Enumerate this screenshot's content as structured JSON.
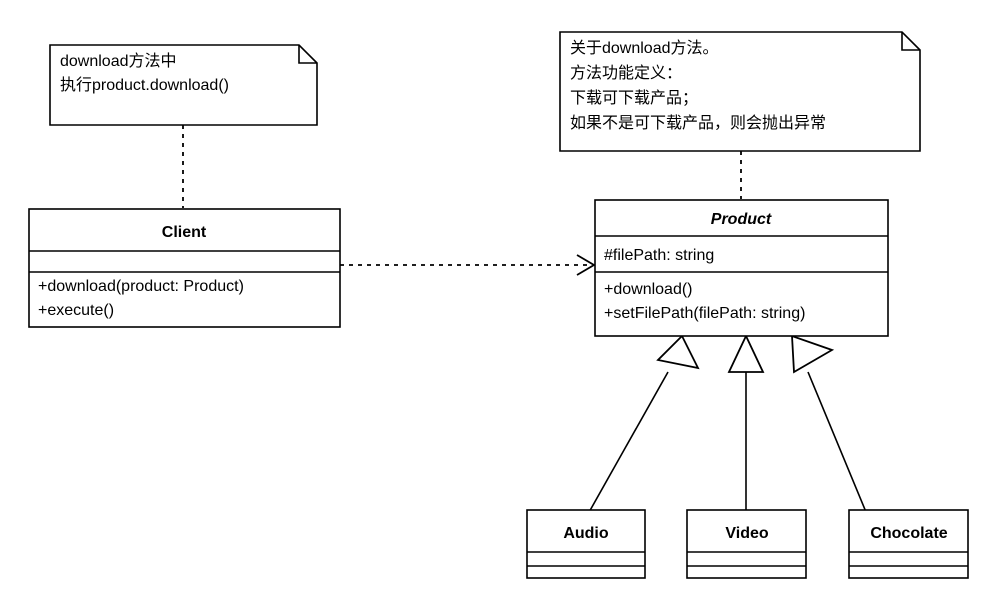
{
  "diagram": {
    "title": "UML Class Diagram - Product download",
    "background": "#ffffff",
    "stroke_color": "#000000",
    "fill_color": "#ffffff"
  },
  "notes": [
    {
      "id": "note-client",
      "lines": [
        "download方法中",
        "执行product.download()"
      ],
      "attached_to": "Client"
    },
    {
      "id": "note-product",
      "lines": [
        "关于download方法。",
        "方法功能定义：",
        "下载可下载产品；",
        "如果不是可下载产品，则会抛出异常"
      ],
      "attached_to": "Product"
    }
  ],
  "classes": [
    {
      "id": "client",
      "name": "Client",
      "abstract": false,
      "attributes": [],
      "methods": [
        "+download(product: Product)",
        "+execute()"
      ]
    },
    {
      "id": "product",
      "name": "Product",
      "abstract": true,
      "attributes": [
        "#filePath: string"
      ],
      "methods": [
        "+download()",
        "+setFilePath(filePath: string)"
      ]
    },
    {
      "id": "audio",
      "name": "Audio",
      "abstract": false,
      "attributes": [],
      "methods": []
    },
    {
      "id": "video",
      "name": "Video",
      "abstract": false,
      "attributes": [],
      "methods": []
    },
    {
      "id": "chocolate",
      "name": "Chocolate",
      "abstract": false,
      "attributes": [],
      "methods": []
    }
  ],
  "relations": [
    {
      "id": "dep-client-product",
      "type": "dependency",
      "from": "Client",
      "to": "Product",
      "style": "dashed-open-arrow"
    },
    {
      "id": "gen-audio-product",
      "type": "generalization",
      "from": "Audio",
      "to": "Product",
      "style": "solid-hollow-triangle"
    },
    {
      "id": "gen-video-product",
      "type": "generalization",
      "from": "Video",
      "to": "Product",
      "style": "solid-hollow-triangle"
    },
    {
      "id": "gen-chocolate-product",
      "type": "generalization",
      "from": "Chocolate",
      "to": "Product",
      "style": "solid-hollow-triangle"
    },
    {
      "id": "anchor-note-client",
      "type": "note-anchor",
      "from": "note-client",
      "to": "Client",
      "style": "dotted"
    },
    {
      "id": "anchor-note-product",
      "type": "note-anchor",
      "from": "note-product",
      "to": "Product",
      "style": "dotted"
    }
  ]
}
